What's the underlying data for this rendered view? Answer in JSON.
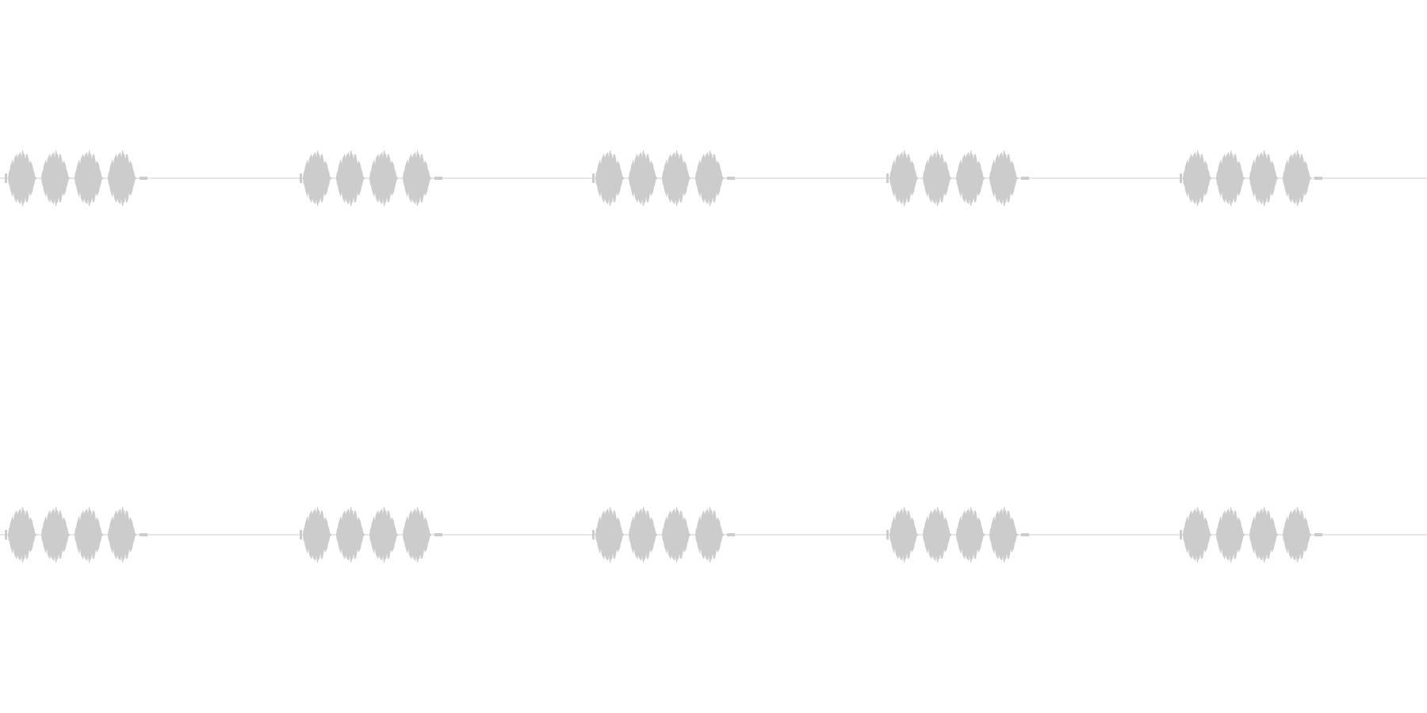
{
  "waveform": {
    "color": "#cccccc",
    "background": "#ffffff",
    "channel_count": 2,
    "burst_group_count": 5,
    "pulses_per_group": 4
  }
}
